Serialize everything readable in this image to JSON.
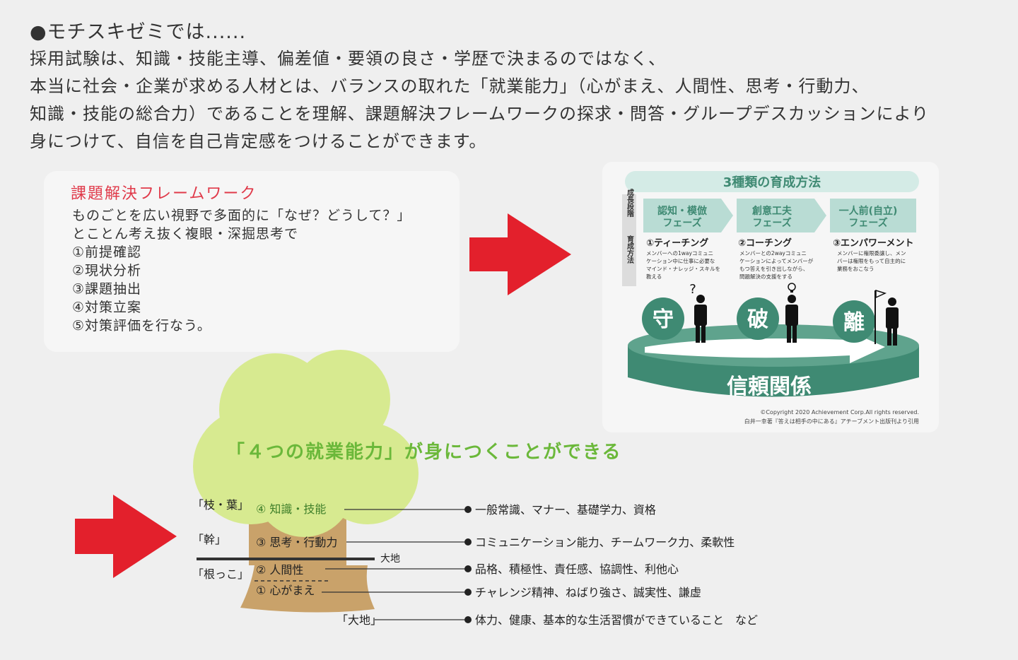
{
  "intro": {
    "heading": "●モチスキゼミでは......",
    "lines": [
      "採用試験は、知識・技能主導、偏差値・要領の良さ・学歴で決まるのではなく、",
      "本当に社会・企業が求める人材とは、バランスの取れた「就業能力」（心がまえ、人間性、思考・行動力、",
      "知識・技能の総合力）であることを理解、課題解決フレームワークの探求・問答・グループデスカッションにより",
      "身につけて、自信を自己肯定感をつけることができます。"
    ]
  },
  "framework": {
    "title": "課題解決フレームワーク",
    "lines": [
      "ものごとを広い視野で多面的に「なぜ？どうして？」",
      "とことん考え抜く複眼・深掘思考で",
      "①前提確認",
      "②現状分析",
      "③課題抽出",
      "④対策立案",
      "⑤対策評価を行なう。"
    ]
  },
  "growth": {
    "title": "3種類の育成方法",
    "side_label_stage": "成長段階",
    "side_label_method": "育成方法",
    "phases": [
      {
        "label_1": "認知・模倣",
        "label_2": "フェーズ",
        "method": "①ティーチング",
        "desc": [
          "メンバーへの1wayコミュニ",
          "ケーション中に仕事に必要な",
          "マインド・ナレッジ・スキルを",
          "教える"
        ],
        "kanji": "守"
      },
      {
        "label_1": "創意工夫",
        "label_2": "フェーズ",
        "method": "②コーチング",
        "desc": [
          "メンバーとの2wayコミュニ",
          "ケーションによってメンバーが",
          "もつ答えを引き出しながら、",
          "問題解決の支援をする"
        ],
        "kanji": "破"
      },
      {
        "label_1": "一人前(自立)",
        "label_2": "フェーズ",
        "method": "③エンパワーメント",
        "desc": [
          "メンバーに権限委譲し、メン",
          "バーは権限をもって自主的に",
          "業務をおこなう"
        ],
        "kanji": "離"
      }
    ],
    "base_label": "信頼関係",
    "question_mark": "?",
    "copyright": "©Copyright 2020 Achievement Corp.All rights reserved.",
    "citation": "白井一幸著『答えは相手の中にある』アチーブメント出版刊より引用"
  },
  "four_abilities": {
    "title": "「４つの就業能力」が身につくことができる",
    "ground_label": "大地",
    "parts": [
      {
        "part": "「枝・葉」",
        "ability": "④ 知識・技能",
        "desc": "一般常識、マナー、基礎学力、資格"
      },
      {
        "part": "「幹」",
        "ability": "③ 思考・行動力",
        "desc": "コミュニケーション能力、チームワーク力、柔軟性"
      },
      {
        "part": "「根っこ」",
        "ability": "② 人間性",
        "desc": "品格、積極性、責任感、協調性、利他心"
      },
      {
        "part": "",
        "ability": "① 心がまえ",
        "desc": "チャレンジ精神、ねばり強さ、誠実性、謙虚"
      },
      {
        "part": "「大地」",
        "ability": "",
        "desc": "体力、健康、基本的な生活習慣ができていること　など"
      }
    ]
  },
  "colors": {
    "accent_red": "#e3202c",
    "teal": "#3f8a73",
    "teal_light": "#b9dcd4",
    "leaf": "#d7ea90",
    "trunk": "#c9a26a",
    "green_text": "#6bb83a"
  }
}
